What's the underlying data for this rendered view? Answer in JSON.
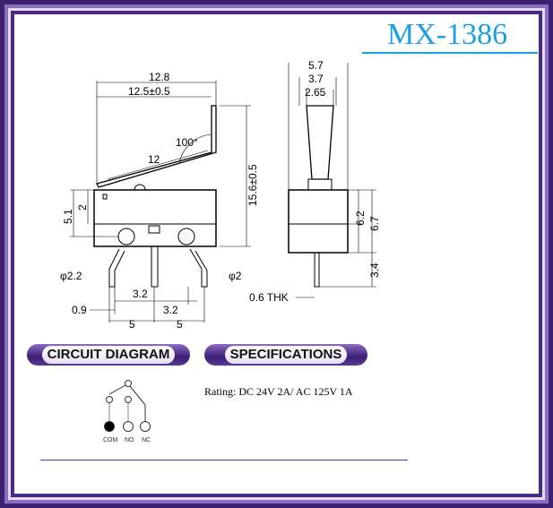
{
  "title": "MX-1386",
  "side_view": {
    "dims": [
      "12.8",
      "12.5±0.5",
      "100°",
      "12",
      "15.6±0.5",
      "5.1",
      "2",
      "φ2.2",
      "φ2",
      "3.2",
      "3.2",
      "0.9",
      "5",
      "5"
    ]
  },
  "end_view": {
    "dims": [
      "5.7",
      "3.7",
      "2.65",
      "6.2",
      "6.7",
      "3.4",
      "0.6 THK"
    ]
  },
  "sections": {
    "circuit": "CIRCUIT DIAGRAM",
    "specs": "SPECIFICATIONS"
  },
  "rating": "Rating: DC 24V 2A/ AC 125V 1A",
  "terminals": [
    "COM",
    "NO",
    "NC"
  ]
}
